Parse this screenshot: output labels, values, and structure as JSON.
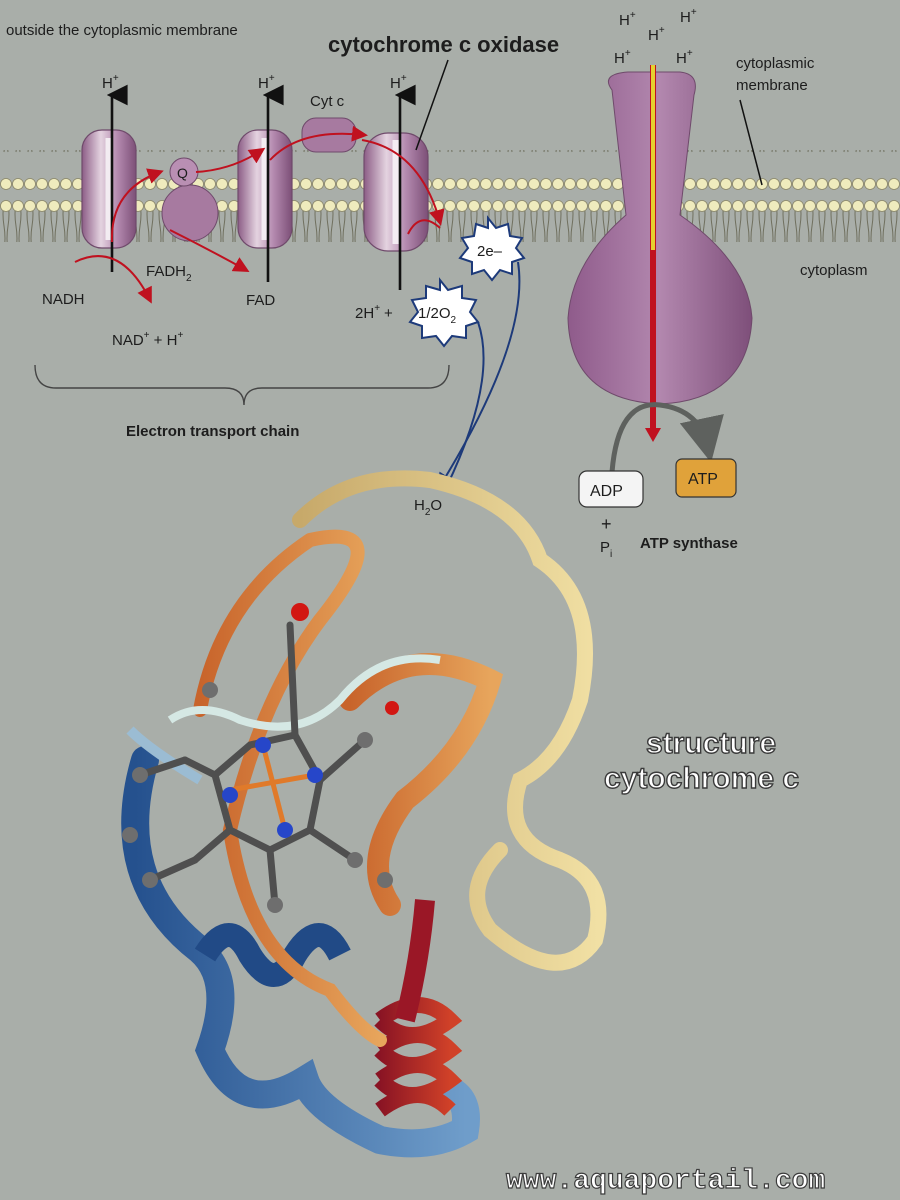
{
  "labels": {
    "outside": "outside the cytoplasmic membrane",
    "oxidase": "cytochrome c oxidase",
    "membrane_line1": "cytoplasmic",
    "membrane_line2": "membrane",
    "cytoplasm": "cytoplasm",
    "hplus": "H",
    "plus_sup": "+",
    "cytc": "Cyt c",
    "q": "Q",
    "nadh": "NADH",
    "fadh2_main": "FADH",
    "fadh2_sub": "2",
    "fad": "FAD",
    "nad_a": "NAD",
    "nad_b": " + H",
    "twoH": "2H",
    "plus": "+",
    "o2_main": "1/2O",
    "o2_sub": "2",
    "two_e": "2e–",
    "etc": "Electron transport chain",
    "h2o_a": "H",
    "h2o_sub": "2",
    "h2o_b": "O",
    "adp": "ADP",
    "atp": "ATP",
    "pi_main": "P",
    "pi_sub": "i",
    "atp_synthase": "ATP synthase",
    "structure_line1": "structure",
    "structure_line2": "cytochrome c",
    "watermark": "www.aquaportail.com"
  },
  "colors": {
    "background": "#a9aea9",
    "membrane_head": "#eeeab8",
    "protein": "#a77aa0",
    "arrow_red": "#c0111f",
    "arrow_blue": "#1d3a7a"
  }
}
